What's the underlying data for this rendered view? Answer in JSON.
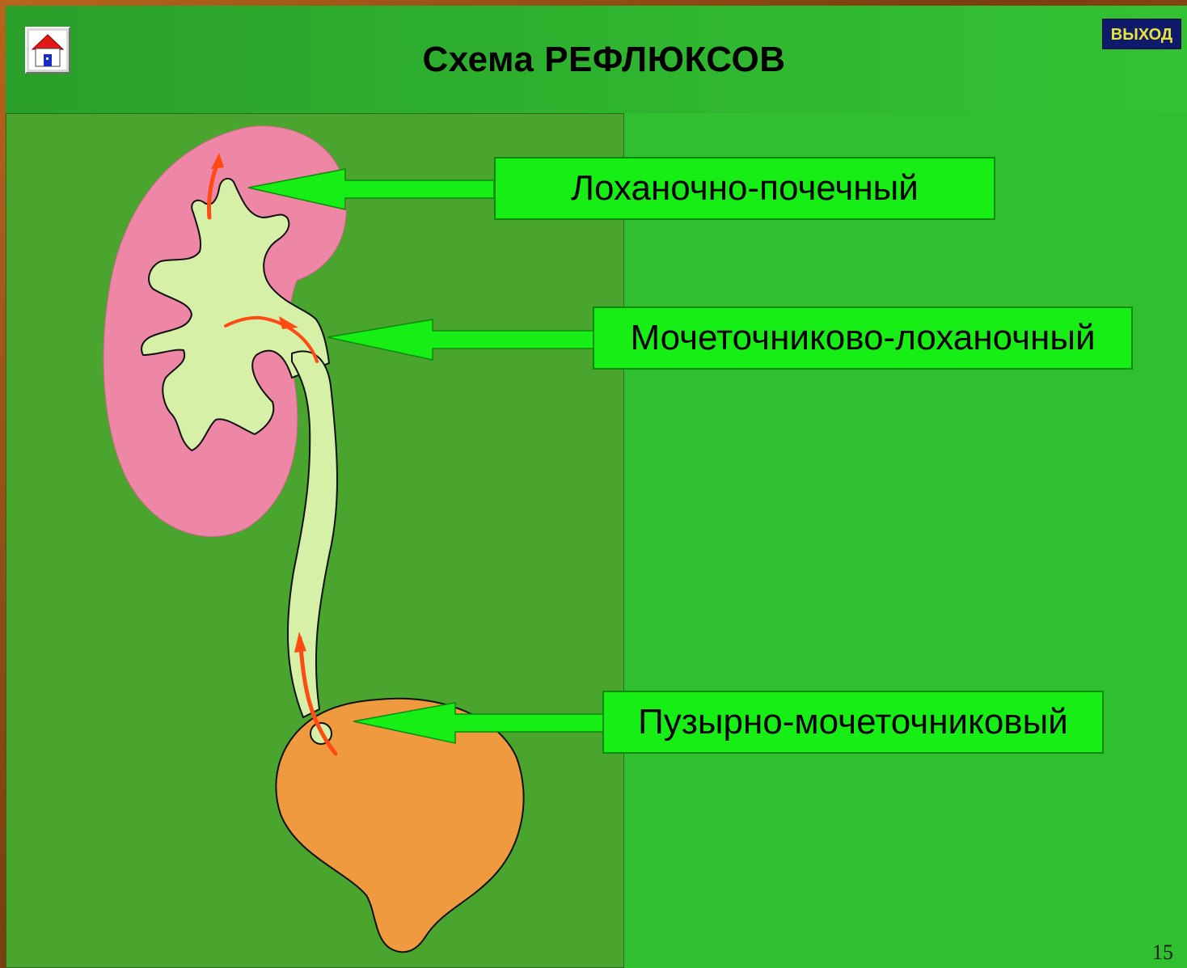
{
  "slide": {
    "title": "Схема РЕФЛЮКСОВ",
    "exit_label": "ВЫХОД",
    "home_icon": "house-icon",
    "page_number": "15"
  },
  "labels": [
    {
      "id": "pyelorenal",
      "text": "Лоханочно-почечный"
    },
    {
      "id": "ureteropelvic",
      "text": "Мочеточниково-лоханочный"
    },
    {
      "id": "vesicoureteral",
      "text": "Пузырно-мочеточниковый"
    }
  ],
  "colors": {
    "slide_background": "#2fbf2f",
    "panel_background": "#4aa52e",
    "label_box": "#16ee16",
    "kidney": "#ee86a6",
    "pelvis_and_ureter": "#d6f0a8",
    "bladder": "#ef9a3e",
    "reflux_arrows": "#ff4a14",
    "pointer_arrows": "#16ee16",
    "exit_button": "#101a6a",
    "exit_text": "#e8e43a"
  }
}
